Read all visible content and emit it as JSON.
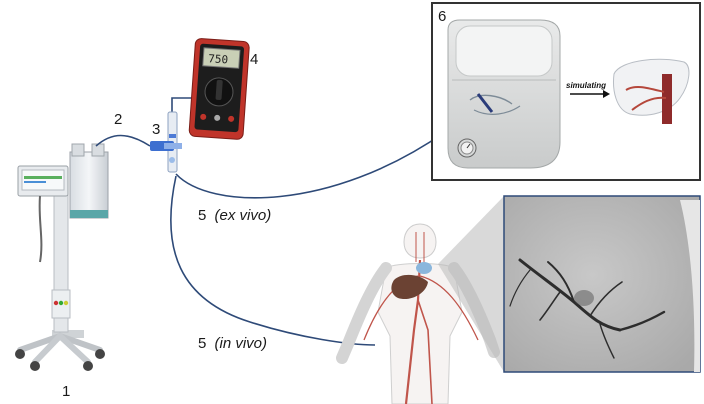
{
  "labels": {
    "pump": "1",
    "connector": "2",
    "t_junction": "3",
    "multimeter": "4",
    "ex_vivo_number": "5",
    "ex_vivo_text": "(ex vivo)",
    "in_vivo_number": "5",
    "in_vivo_text": "(in vivo)",
    "phantom_box": "6",
    "simulating": "simulating"
  },
  "multimeter": {
    "display_value": "750"
  },
  "colors": {
    "tubing": "#2e4a78",
    "multimeter_body": "#c0342a",
    "vessels": "#c0554b",
    "phantom_frame": "#333333"
  }
}
